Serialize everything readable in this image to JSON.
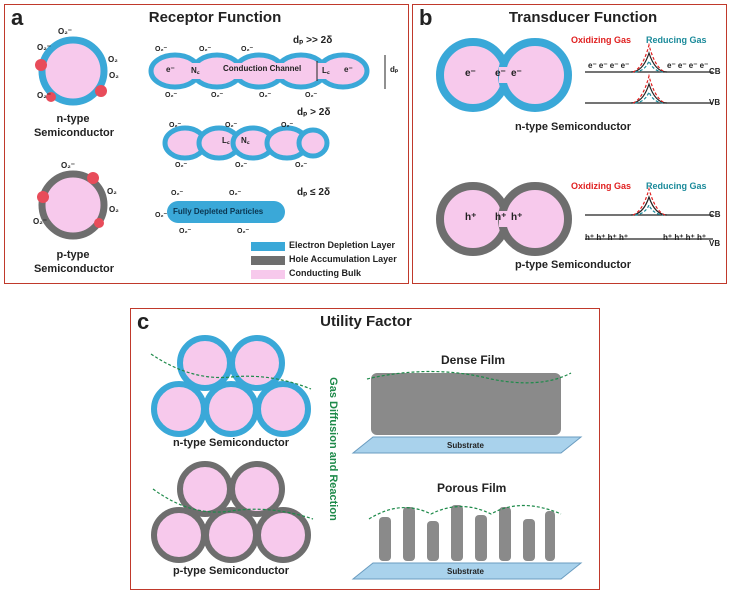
{
  "panel_a": {
    "letter": "a",
    "title": "Receptor Function",
    "n_label_1": "n-type",
    "n_label_2": "Semiconductor",
    "p_label_1": "p-type",
    "p_label_2": "Semiconductor",
    "o2": "O₂⁻",
    "o2_plain": "O₂",
    "dp_much": "dₚ >> 2δ",
    "dp_greater": "dₚ > 2δ",
    "dp_leq": "dₚ ≤ 2δ",
    "dp": "dₚ",
    "conduction_channel": "Conduction Channel",
    "nc": "N꜀",
    "lc": "L꜀",
    "fully_depleted": "Fully Depleted Particles",
    "legend": [
      {
        "label": "Electron Depletion Layer",
        "color": "#3aa8d8"
      },
      {
        "label": "Hole Accumulation Layer",
        "color": "#6e6e6e"
      },
      {
        "label": "Conducting Bulk",
        "color": "#f7c9ec"
      }
    ]
  },
  "panel_b": {
    "letter": "b",
    "title": "Transducer Function",
    "oxidizing": "Oxidizing Gas",
    "reducing": "Reducing Gas",
    "cb": "CB",
    "vb": "VB",
    "n_label": "n-type Semiconductor",
    "p_label": "p-type Semiconductor",
    "electrons": "e⁻ e⁻ e⁻ e⁻",
    "holes": "h⁺ h⁺ h⁺ h⁺",
    "e": "e⁻",
    "h": "h⁺"
  },
  "panel_c": {
    "letter": "c",
    "title": "Utility Factor",
    "n_label": "n-type Semiconductor",
    "p_label": "p-type Semiconductor",
    "vertical": "Gas Diffusion and Reaction",
    "dense": "Dense Film",
    "porous": "Porous Film",
    "substrate": "Substrate"
  },
  "colors": {
    "border": "#c0392b",
    "depletion": "#3aa8d8",
    "accumulation": "#6e6e6e",
    "bulk": "#f7c9ec",
    "oxidizing": "#e02020",
    "reducing": "#1a8a9a",
    "arrow_green": "#1e8a4a"
  }
}
